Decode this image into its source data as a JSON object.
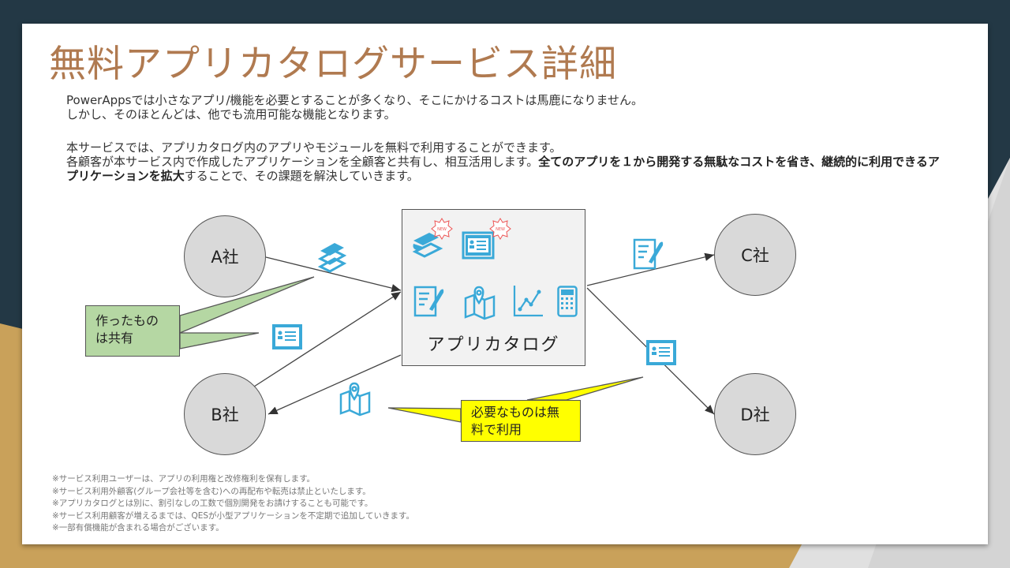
{
  "title": "無料アプリカタログサービス詳細",
  "body": {
    "p1": [
      "PowerAppsでは小さなアプリ/機能を必要とすることが多くなり、そこにかけるコストは馬鹿になりません。",
      "しかし、そのほとんどは、他でも流用可能な機能となります。"
    ],
    "p2_line1": "本サービスでは、アプリカタログ内のアプリやモジュールを無料で利用することができます。",
    "p2_line2_normal": "各顧客が本サービス内で作成したアプリケーションを全顧客と共有し、相互活用します。",
    "p2_bold": "全てのアプリを１から開発する無駄なコストを省き、継続的に利用できるアプリケーションを拡大",
    "p2_end": "することで、その課題を解決していきます。"
  },
  "diagram": {
    "companies": {
      "a": "A社",
      "b": "B社",
      "c": "C社",
      "d": "D社"
    },
    "catalog_label": "アプリカタログ",
    "new_badge": "NEW",
    "callout_share": "作ったものは共有",
    "callout_free": "必要なものは無料で利用",
    "icons": [
      "books-icon",
      "id-card-icon",
      "notes-pen-icon",
      "map-pin-icon",
      "line-chart-icon",
      "calculator-icon"
    ]
  },
  "footnotes": [
    "※サービス利用ユーザーは、アプリの利用権と改修権利を保有します。",
    "※サービス利用外顧客(グループ会社等を含む)への再配布や転売は禁止といたします。",
    "※アプリカタログとは別に、割引なしの工数で個別開発をお請けすることも可能です。",
    "※サービス利用顧客が増えるまでは、QESが小型アプリケーションを不定期で追加していきます。",
    "※一部有償機能が含まれる場合がございます。"
  ],
  "colors": {
    "accent": "#b07a50",
    "icon": "#3aa9d8",
    "green": "#b5d7a3",
    "yellow": "#ffff00"
  }
}
